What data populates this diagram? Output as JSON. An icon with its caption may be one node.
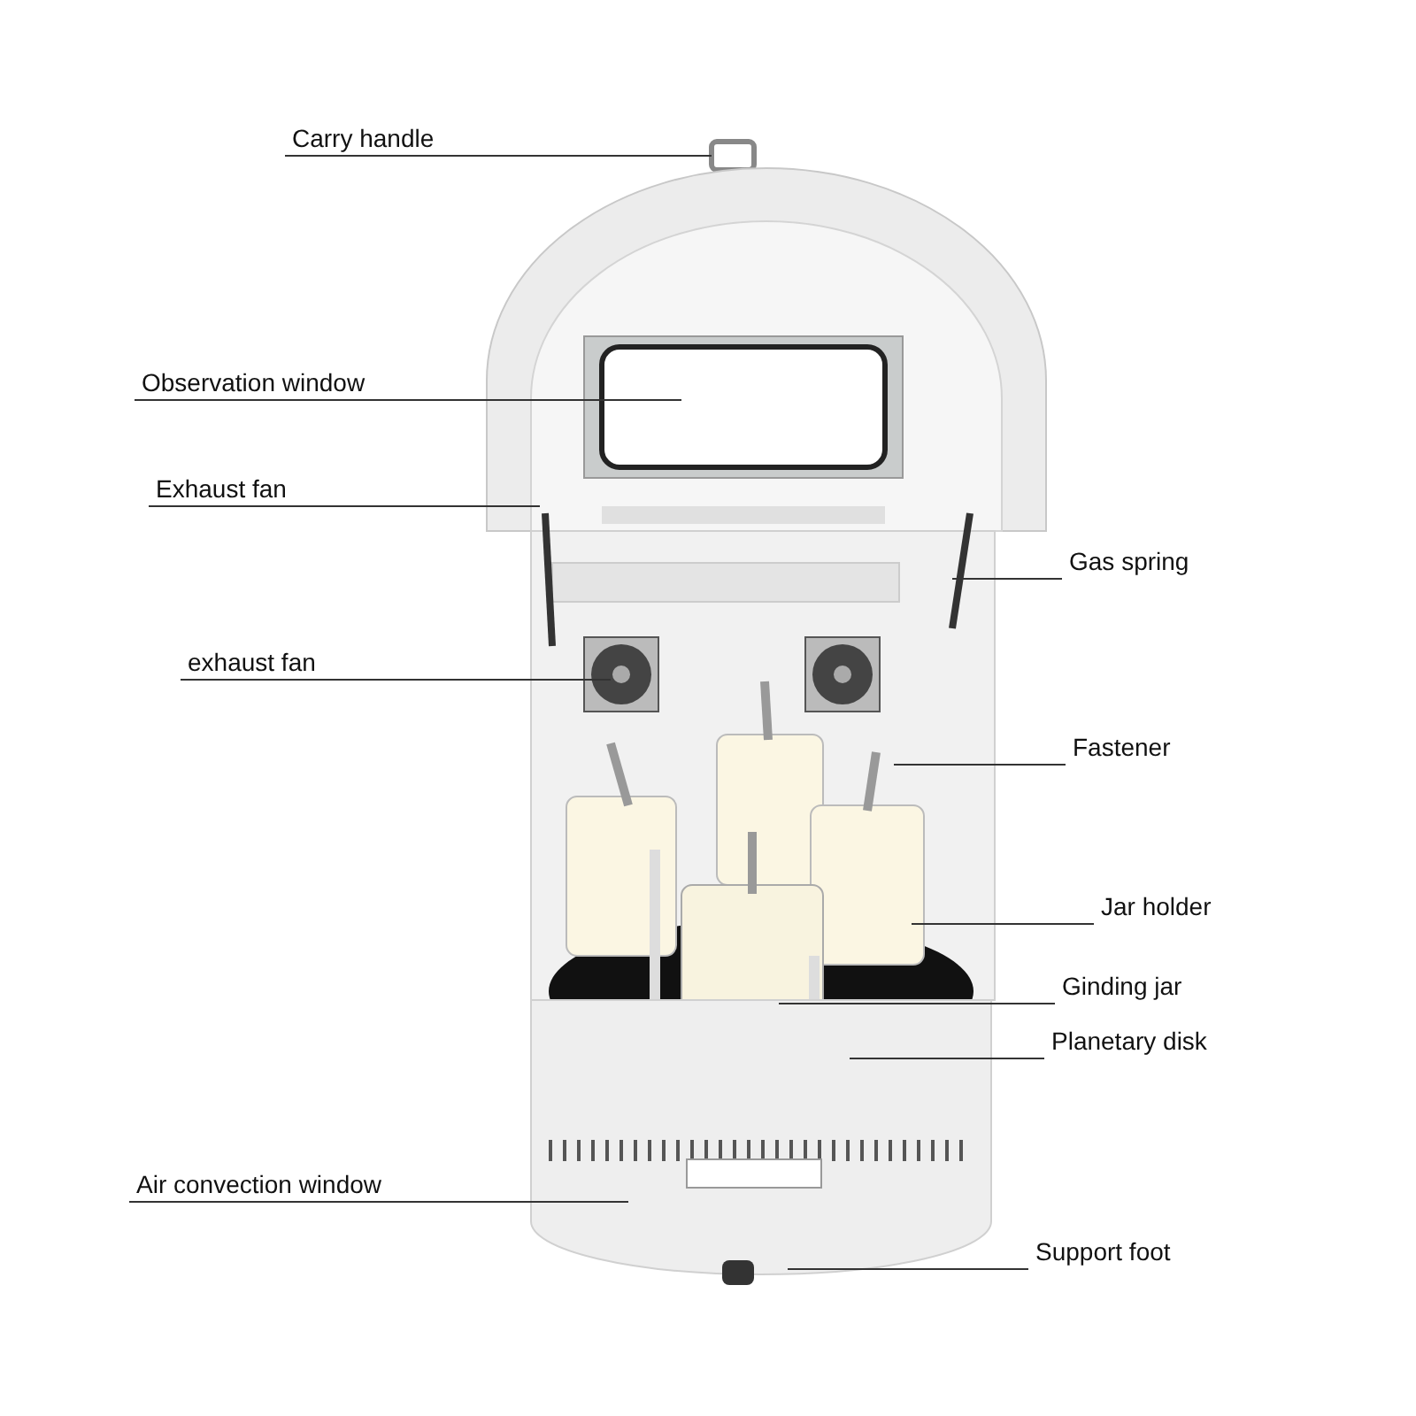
{
  "diagram": {
    "nodes": [
      {
        "text": [
          "Carry handle"
        ]
      },
      {
        "text": [
          "Observation window"
        ]
      },
      {
        "text": [
          "Exhaust fan"
        ]
      },
      {
        "text": [
          "Gas spring"
        ]
      },
      {
        "text": [
          "exhaust fan"
        ]
      },
      {
        "text": [
          "Fastener"
        ]
      },
      {
        "text": [
          "Jar holder"
        ]
      },
      {
        "text": [
          "Ginding jar"
        ]
      },
      {
        "text": [
          "Planetary disk"
        ]
      },
      {
        "text": [
          "Air convection window"
        ]
      },
      {
        "text": [
          "Support foot"
        ]
      }
    ],
    "edges": [
      {
        "from": 0,
        "to": null,
        "arrow": "none"
      },
      {
        "from": 1,
        "to": null,
        "arrow": "none"
      },
      {
        "from": 2,
        "to": null,
        "arrow": "none"
      },
      {
        "from": 3,
        "to": null,
        "arrow": "none"
      },
      {
        "from": 4,
        "to": null,
        "arrow": "none"
      },
      {
        "from": 5,
        "to": null,
        "arrow": "none"
      },
      {
        "from": 6,
        "to": null,
        "arrow": "none"
      },
      {
        "from": 7,
        "to": null,
        "arrow": "none"
      },
      {
        "from": 8,
        "to": null,
        "arrow": "none"
      },
      {
        "from": 9,
        "to": null,
        "arrow": "none"
      },
      {
        "from": 10,
        "to": null,
        "arrow": "none"
      }
    ]
  }
}
